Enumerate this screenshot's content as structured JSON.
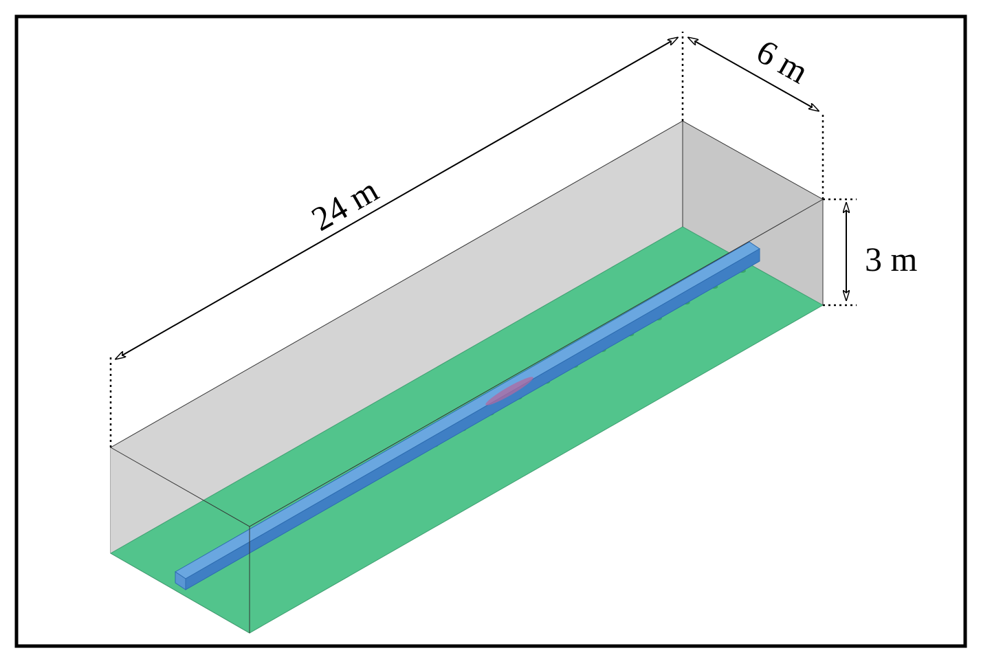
{
  "labels": {
    "length": "24 m",
    "width": "6 m",
    "height": "3 m"
  },
  "colors": {
    "frame": "#000000",
    "wall": "#cfcfcf",
    "wall_dark": "#c4c4c4",
    "floor": "#52c48c",
    "floor_edge": "#46a878",
    "beam": "#4a8fd6",
    "beam_edge": "#2c6cb0",
    "source": "#b06aa0",
    "sensor": "#3aa56a"
  }
}
